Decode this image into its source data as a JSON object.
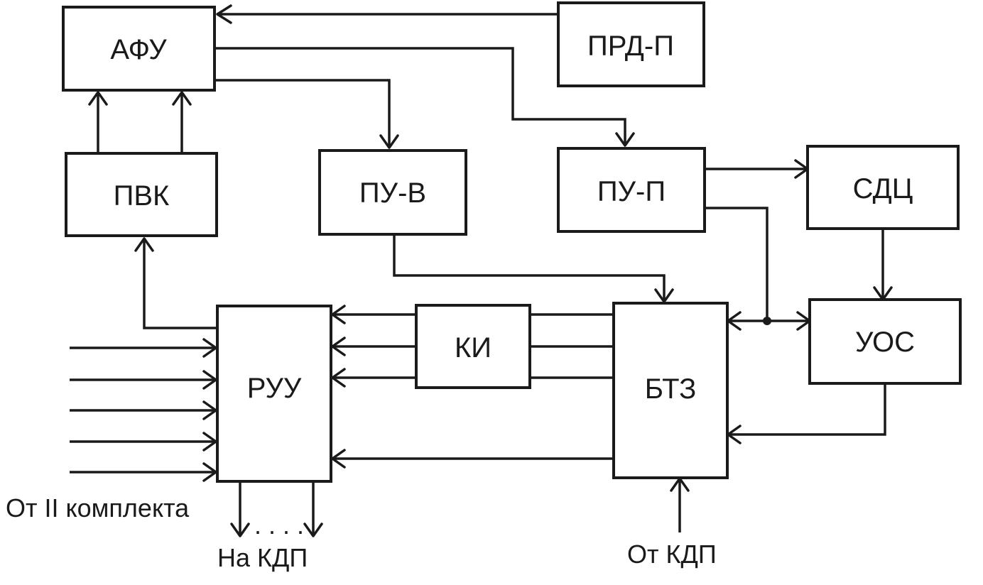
{
  "blocks": {
    "afu": "АФУ",
    "prd_p": "ПРД-П",
    "pvk": "ПВК",
    "pu_v": "ПУ-В",
    "pu_p": "ПУ-П",
    "sdc": "СДЦ",
    "ruu": "РУУ",
    "ki": "КИ",
    "btz": "БТЗ",
    "uos": "УОС"
  },
  "captions": {
    "from_complex_2": "От II комплекта",
    "to_kdp": "На КДП",
    "from_kdp": "От КДП",
    "ellipsis": ". . . ."
  }
}
